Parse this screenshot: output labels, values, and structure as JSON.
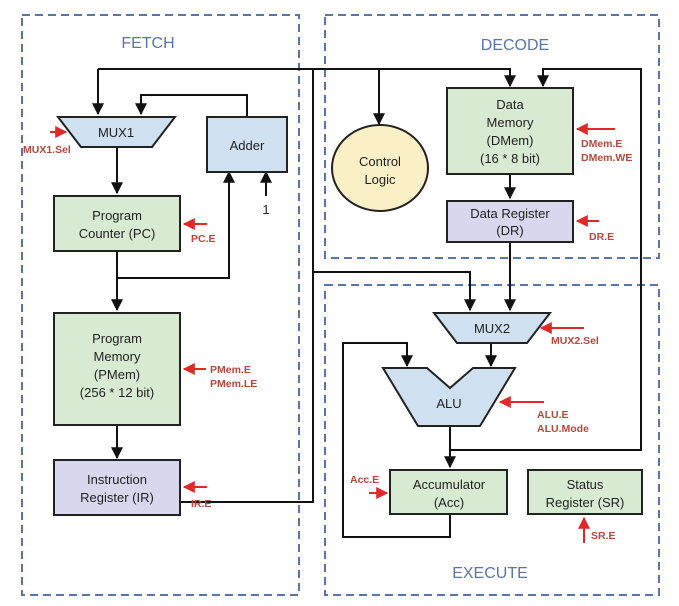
{
  "stages": {
    "fetch": "FETCH",
    "decode": "DECODE",
    "execute": "EXECUTE"
  },
  "blocks": {
    "mux1": "MUX1",
    "adder": "Adder",
    "adder_const": "1",
    "pc": [
      "Program",
      "Counter (PC)"
    ],
    "pmem": [
      "Program",
      "Memory",
      "(PMem)",
      "(256 * 12 bit)"
    ],
    "ir": [
      "Instruction",
      "Register (IR)"
    ],
    "control": [
      "Control",
      "Logic"
    ],
    "dmem": [
      "Data",
      "Memory",
      "(DMem)",
      "(16 * 8 bit)"
    ],
    "dr": [
      "Data Register",
      "(DR)"
    ],
    "mux2": "MUX2",
    "alu": "ALU",
    "acc": [
      "Accumulator",
      "(Acc)"
    ],
    "sr": [
      "Status",
      "Register (SR)"
    ]
  },
  "signals": {
    "mux1_sel": "MUX1.Sel",
    "pc_e": "PC.E",
    "pmem_e": "PMem.E",
    "pmem_le": "PMem.LE",
    "ir_e": "IR.E",
    "dmem_e": "DMem.E",
    "dmem_we": "DMem.WE",
    "dr_e": "DR.E",
    "mux2_sel": "MUX2.Sel",
    "alu_e": "ALU.E",
    "alu_mode": "ALU.Mode",
    "acc_e": "Acc.E",
    "sr_e": "SR.E"
  },
  "colors": {
    "stage_border": "#5a74ad",
    "signal": "#e02a2a",
    "signal_text": "#b5493a",
    "mux_alu_fill": "#cfe0f1",
    "memory_fill": "#d8ebd2",
    "register_fill": "#d9d7ee",
    "control_fill": "#fbefc6"
  }
}
